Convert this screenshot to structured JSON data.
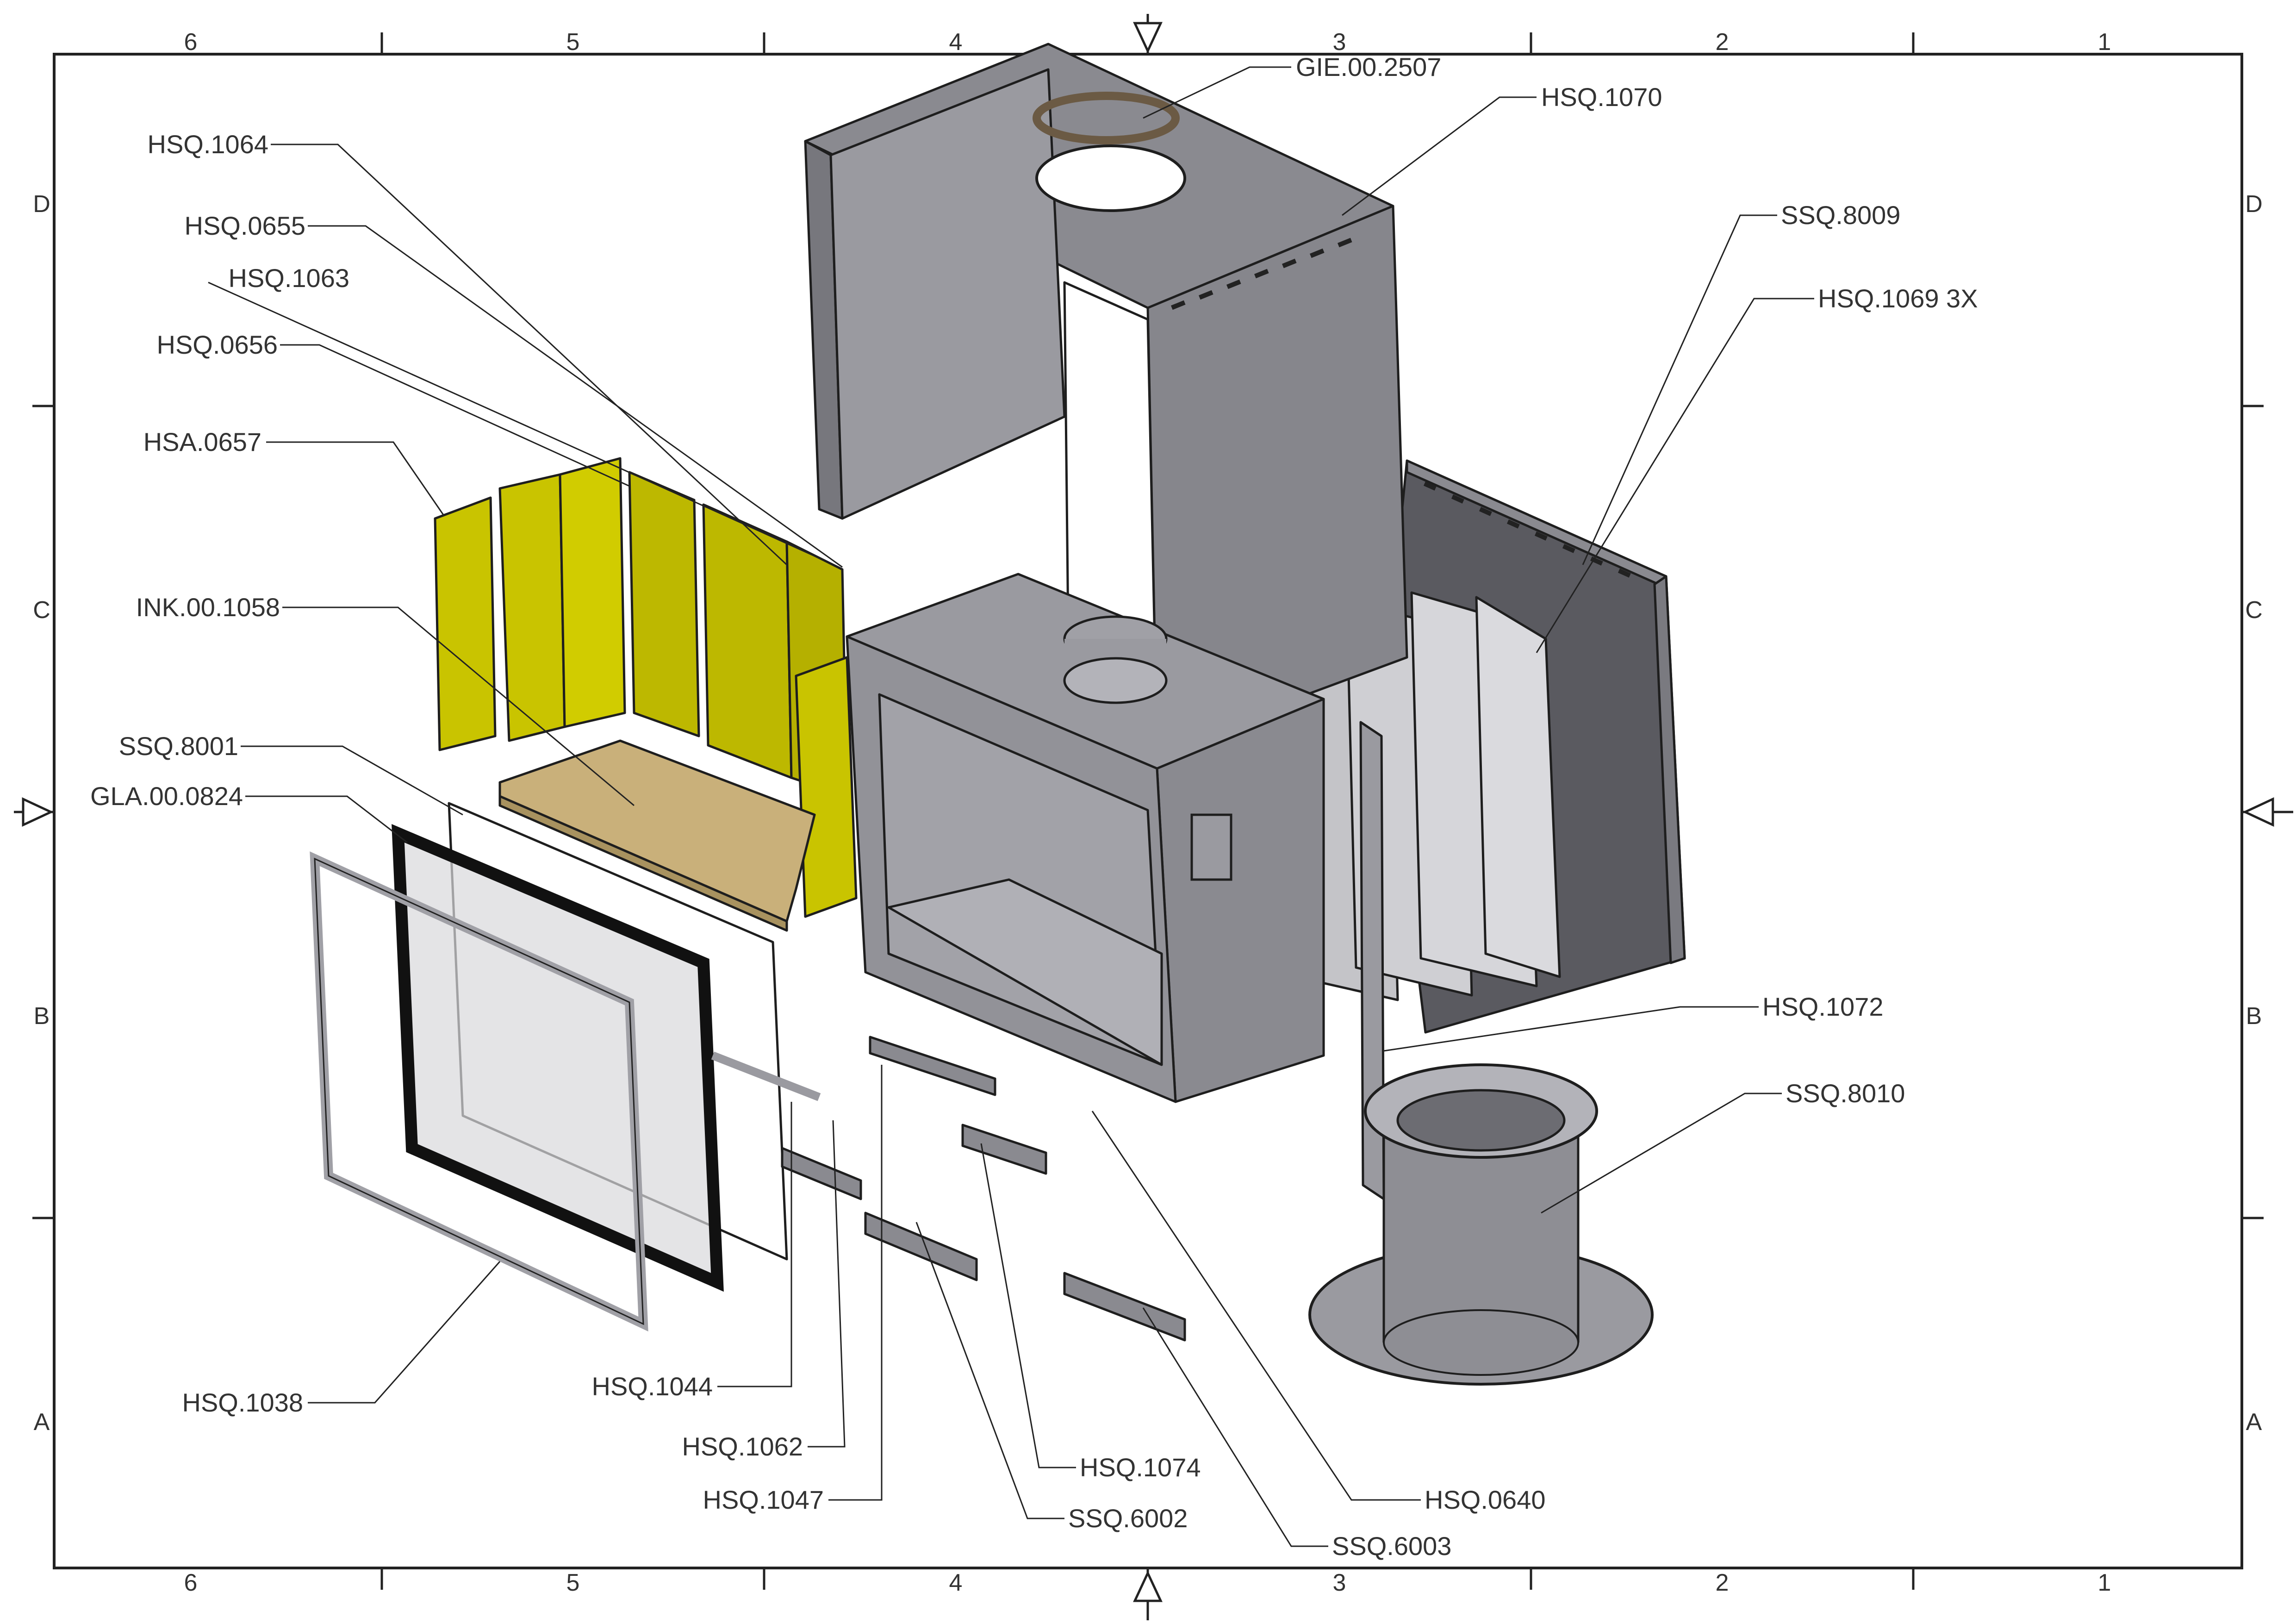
{
  "sheet": {
    "columns": [
      "6",
      "5",
      "4",
      "3",
      "2",
      "1"
    ],
    "rows": [
      "D",
      "C",
      "B",
      "A"
    ]
  },
  "callouts": [
    {
      "id": "gie-00-2507",
      "text": "GIE.00.2507"
    },
    {
      "id": "hsq-1070",
      "text": "HSQ.1070"
    },
    {
      "id": "hsq-1064",
      "text": "HSQ.1064"
    },
    {
      "id": "hsq-0655",
      "text": "HSQ.0655"
    },
    {
      "id": "hsq-1063",
      "text": "HSQ.1063"
    },
    {
      "id": "hsq-0656",
      "text": "HSQ.0656"
    },
    {
      "id": "hsa-0657",
      "text": "HSA.0657"
    },
    {
      "id": "ink-00-1058",
      "text": "INK.00.1058"
    },
    {
      "id": "ssq-8001",
      "text": "SSQ.8001"
    },
    {
      "id": "gla-00-0824",
      "text": "GLA.00.0824"
    },
    {
      "id": "ssq-8009",
      "text": "SSQ.8009"
    },
    {
      "id": "hsq-1069-3x",
      "text": "HSQ.1069 3X"
    },
    {
      "id": "hsq-1072",
      "text": "HSQ.1072"
    },
    {
      "id": "ssq-8010",
      "text": "SSQ.8010"
    },
    {
      "id": "hsq-1038",
      "text": "HSQ.1038"
    },
    {
      "id": "hsq-1044",
      "text": "HSQ.1044"
    },
    {
      "id": "hsq-1062",
      "text": "HSQ.1062"
    },
    {
      "id": "hsq-1047",
      "text": "HSQ.1047"
    },
    {
      "id": "hsq-1074",
      "text": "HSQ.1074"
    },
    {
      "id": "ssq-6002",
      "text": "SSQ.6002"
    },
    {
      "id": "hsq-0640",
      "text": "HSQ.0640"
    },
    {
      "id": "ssq-6003",
      "text": "SSQ.6003"
    }
  ],
  "colors": {
    "steel": "#8e8e94",
    "steel_dark": "#6c6c72",
    "steel_light": "#b3b3b9",
    "firebrick": "#c9c400",
    "firebrick_dark": "#a6a200",
    "floor_board": "#c9b07a",
    "glass": "#d8d8dc"
  }
}
